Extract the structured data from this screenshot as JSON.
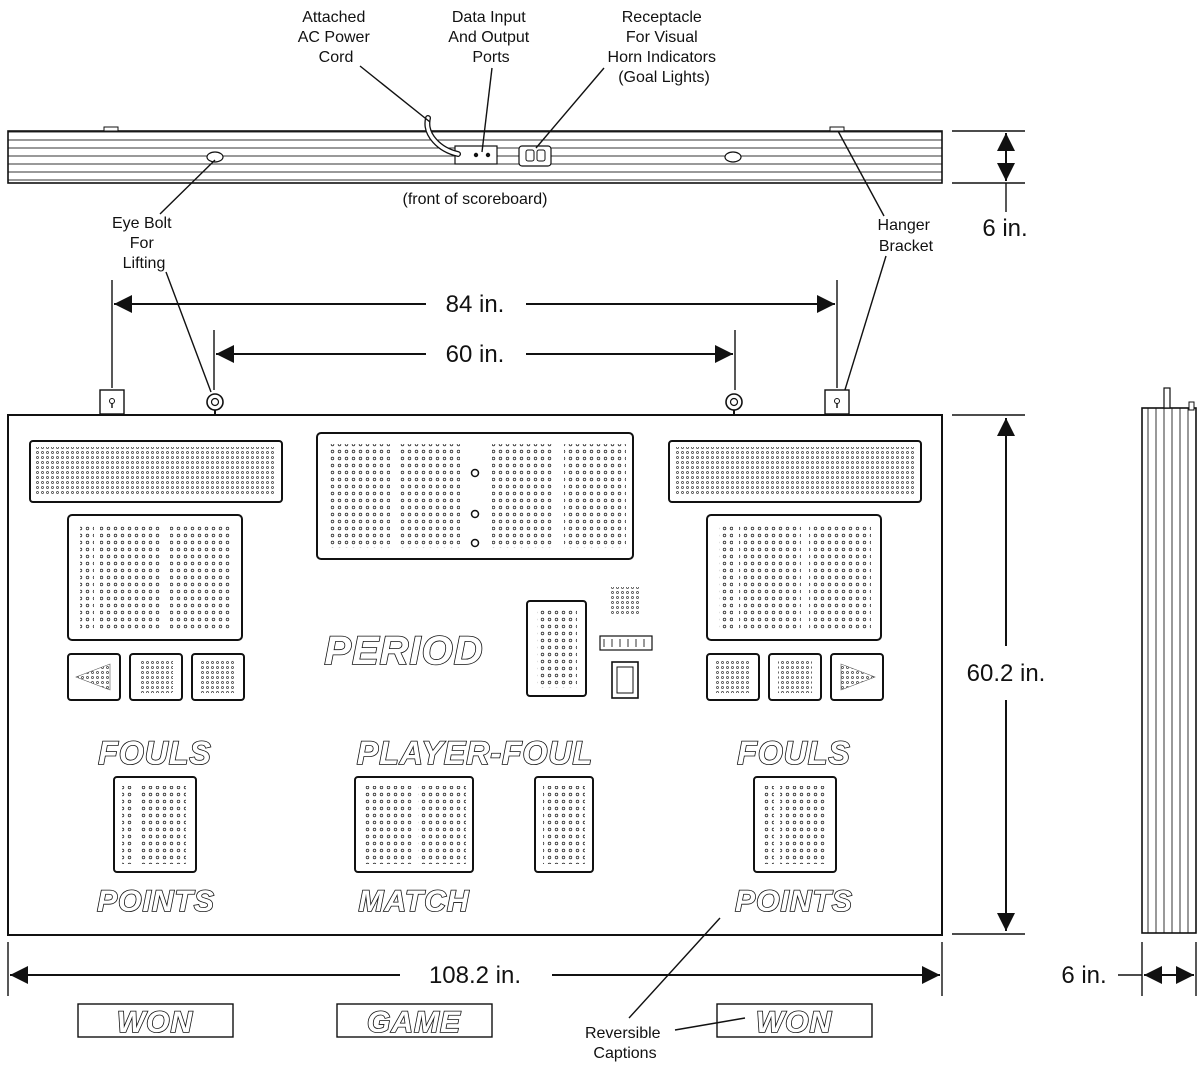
{
  "callouts": {
    "power_cord": [
      "Attached",
      "AC Power",
      "Cord"
    ],
    "data_ports": [
      "Data Input",
      "And Output",
      "Ports"
    ],
    "receptacle": [
      "Receptacle",
      "For Visual",
      "Horn Indicators",
      "(Goal Lights)"
    ],
    "front_note": "(front of scoreboard)",
    "eye_bolt": [
      "Eye Bolt",
      "For",
      "Lifting"
    ],
    "hanger": [
      "Hanger",
      "Bracket"
    ],
    "reversible": [
      "Reversible",
      "Captions"
    ]
  },
  "dimensions": {
    "top_depth": "6 in.",
    "hanger_span": "84 in.",
    "eyebolt_span": "60 in.",
    "height": "60.2 in.",
    "width": "108.2 in.",
    "side_depth": "6 in."
  },
  "captions": {
    "period": "PERIOD",
    "fouls_left": "FOULS",
    "fouls_right": "FOULS",
    "player_foul": "PLAYER-FOUL",
    "points_left": "POINTS",
    "points_right": "POINTS",
    "match": "MATCH"
  },
  "reversible_captions": {
    "left": "WON",
    "middle": "GAME",
    "right": "WON"
  }
}
